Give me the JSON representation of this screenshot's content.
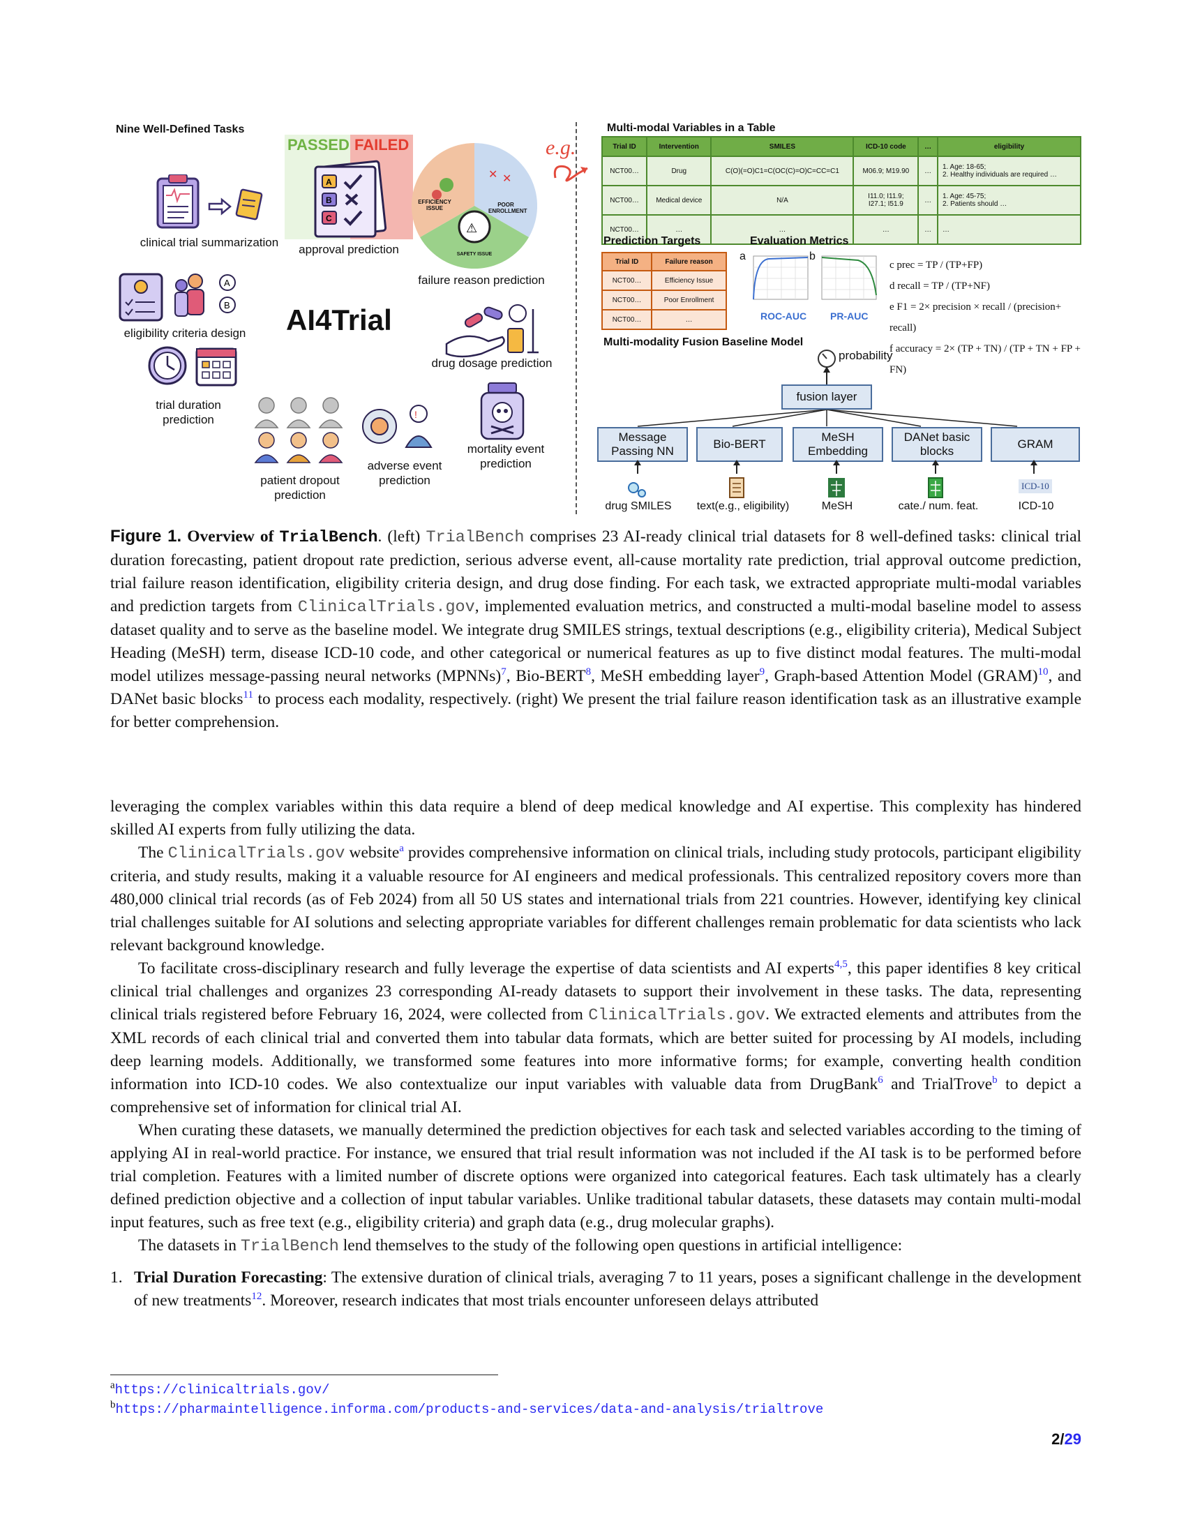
{
  "figure": {
    "left_title": "Nine Well-Defined Tasks",
    "center_title": "AI4Trial",
    "passed": "PASSED",
    "failed": "FAILED",
    "pie_labels": [
      "EFFICIENCY ISSUE",
      "POOR ENROLLMENT",
      "SAFETY ISSUE"
    ],
    "tasks": {
      "summarization": "clinical trial summarization",
      "approval": "approval prediction",
      "failure_reason": "failure reason prediction",
      "eligibility": "eligibility criteria design",
      "dosage": "drug dosage prediction",
      "duration": "trial duration prediction",
      "dropout": "patient dropout prediction",
      "adverse": "adverse event prediction",
      "mortality": "mortality event prediction"
    },
    "eg_label": "e.g.",
    "table_title": "Multi-modal Variables in a Table",
    "table_headers": [
      "Trial ID",
      "Intervention",
      "SMILES",
      "ICD-10 code",
      "…",
      "eligibility"
    ],
    "table_rows": [
      [
        "NCT00…",
        "Drug",
        "C(O)(=O)C1=C(OC(C)=O)C=CC=C1",
        "M06.9; M19.90",
        "…",
        "1. Age: 18-65;\n2. Healthy individuals are required …"
      ],
      [
        "NCT00…",
        "Medical device",
        "N/A",
        "I11.0; I11.9;\nI27.1; I51.9",
        "…",
        "1. Age: 45-75;\n2. Patients should …"
      ],
      [
        "NCT00…",
        "…",
        "…",
        "…",
        "…",
        "…"
      ]
    ],
    "pred_title": "Prediction Targets",
    "pred_headers": [
      "Trial ID",
      "Failure reason"
    ],
    "pred_rows": [
      [
        "NCT00…",
        "Efficiency Issue"
      ],
      [
        "NCT00…",
        "Poor Enrollment"
      ],
      [
        "NCT00…",
        "…"
      ]
    ],
    "eval_title": "Evaluation Metrics",
    "roc_letter": "a",
    "pr_letter": "b",
    "roc_label": "ROC-AUC",
    "pr_label": "PR-AUC",
    "metric_c": "c prec = TP / (TP+FP)",
    "metric_d": "d recall = TP / (TP+NF)",
    "metric_e": "e F1 = 2× precision × recall / (precision+ recall)",
    "metric_f": "f accuracy = 2× (TP + TN) / (TP + TN + FP + FN)",
    "fusion_title": "Multi-modality Fusion Baseline Model",
    "probability": "probability",
    "fusion_layer": "fusion layer",
    "modules": [
      "Message Passing NN",
      "Bio-BERT",
      "MeSH Embedding",
      "DANet basic blocks",
      "GRAM"
    ],
    "inputs": [
      "drug SMILES",
      "text(e.g., eligibility)",
      "MeSH",
      "cate./ num. feat.",
      "ICD-10"
    ],
    "icd_icon_text": "ICD-10"
  },
  "caption": {
    "label": "Figure 1.",
    "title_pre": "Overview of",
    "title_code": "TrialBench",
    "p1": ". (left)",
    "code1": "TrialBench",
    "p2": "comprises 23 AI-ready clinical trial datasets for 8 well-defined tasks: clinical trial duration forecasting, patient dropout rate prediction, serious adverse event, all-cause mortality rate prediction, trial approval outcome prediction, trial failure reason identification, eligibility criteria design, and drug dose finding. For each task, we extracted appropriate multi-modal variables and prediction targets from",
    "code2": "ClinicalTrials.gov",
    "p3": ", implemented evaluation metrics, and constructed a multi-modal baseline model to assess dataset quality and to serve as the baseline model. We integrate drug SMILES strings, textual descriptions (e.g., eligibility criteria), Medical Subject Heading (MeSH) term, disease ICD-10 code, and other categorical or numerical features as up to five distinct modal features. The multi-modal model utilizes message-passing neural networks (MPNNs)",
    "r7": "7",
    "p4": ", Bio-BERT",
    "r8": "8",
    "p5": ", MeSH embedding layer",
    "r9": "9",
    "p6": ", Graph-based Attention Model (GRAM)",
    "r10": "10",
    "p7": ", and DANet basic blocks",
    "r11": "11",
    "p8": " to process each modality, respectively. (right) We present the trial failure reason identification task as an illustrative example for better comprehension."
  },
  "body": {
    "para1": "leveraging the complex variables within this data require a blend of deep medical knowledge and AI expertise. This complexity has hindered skilled AI experts from fully utilizing the data.",
    "para2_pre": "The",
    "para2_code": "ClinicalTrials.gov",
    "para2_mid": " website",
    "para2_fn": "a",
    "para2_post": " provides comprehensive information on clinical trials, including study protocols, participant eligibility criteria, and study results, making it a valuable resource for AI engineers and medical professionals. This centralized repository covers more than 480,000 clinical trial records (as of Feb 2024) from all 50 US states and international trials from 221 countries. However, identifying key clinical trial challenges suitable for AI solutions and selecting appropriate variables for different challenges remain problematic for data scientists who lack relevant background knowledge.",
    "para3_a": "To facilitate cross-disciplinary research and fully leverage the expertise of data scientists and AI experts",
    "para3_ref": "4,5",
    "para3_b": ", this paper identifies 8 key critical clinical trial challenges and organizes 23 corresponding AI-ready datasets to support their involvement in these tasks. The data, representing clinical trials registered before February 16, 2024, were collected from",
    "para3_code": "ClinicalTrials.gov",
    "para3_c": ". We extracted elements and attributes from the XML records of each clinical trial and converted them into tabular data formats, which are better suited for processing by AI models, including deep learning models. Additionally, we transformed some features into more informative forms; for example, converting health condition information into ICD-10 codes. We also contextualize our input variables with valuable data from DrugBank",
    "para3_ref6": "6",
    "para3_d": " and TrialTrove",
    "para3_fn": "b",
    "para3_e": " to depict a comprehensive set of information for clinical trial AI.",
    "para4": "When curating these datasets, we manually determined the prediction objectives for each task and selected variables according to the timing of applying AI in real-world practice. For instance, we ensured that trial result information was not included if the AI task is to be performed before trial completion. Features with a limited number of discrete options were organized into categorical features. Each task ultimately has a clearly defined prediction objective and a collection of input tabular variables. Unlike traditional tabular datasets, these datasets may contain multi-modal input features, such as free text (e.g., eligibility criteria) and graph data (e.g., drug molecular graphs).",
    "para5_pre": "The datasets in",
    "para5_code": "TrialBench",
    "para5_post": " lend themselves to the study of the following open questions in artificial intelligence:",
    "item1_num": "1.",
    "item1_title": "Trial Duration Forecasting",
    "item1_a": ": The extensive duration of clinical trials, averaging 7 to 11 years, poses a significant challenge in the development of new treatments",
    "item1_ref": "12",
    "item1_b": ". Moreover, research indicates that most trials encounter unforeseen delays attributed"
  },
  "footnotes": [
    {
      "mark": "a",
      "url": "https://clinicaltrials.gov/"
    },
    {
      "mark": "b",
      "url": "https://pharmaintelligence.informa.com/products-and-services/data-and-analysis/trialtrove"
    }
  ],
  "page": {
    "current": "2",
    "sep": "/",
    "total": "29"
  },
  "colors": {
    "green_header": "#70ad47",
    "orange_header": "#f4b183",
    "module_fill": "#dde7f3",
    "module_border": "#4a6d9c",
    "link": "#2a2af0"
  }
}
